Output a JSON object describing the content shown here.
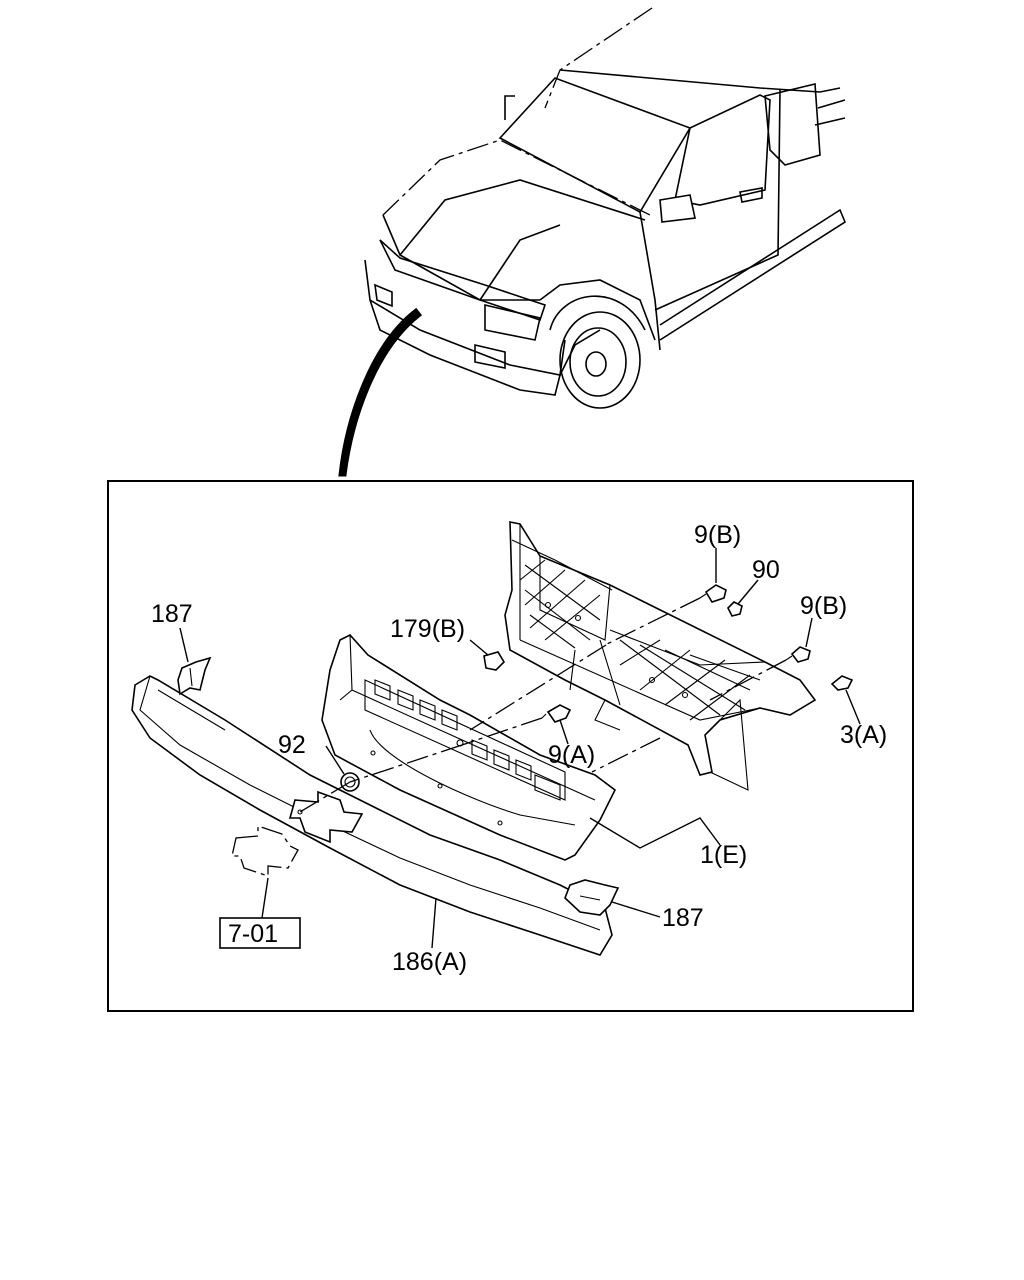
{
  "labels": {
    "lbl_9b_top": "9(B)",
    "lbl_90": "90",
    "lbl_9b_right": "9(B)",
    "lbl_187_left": "187",
    "lbl_179b": "179(B)",
    "lbl_92": "92",
    "lbl_9a": "9(A)",
    "lbl_3a": "3(A)",
    "lbl_1e": "1(E)",
    "lbl_187_right": "187",
    "lbl_186a": "186(A)",
    "lbl_7_01": "7-01"
  }
}
